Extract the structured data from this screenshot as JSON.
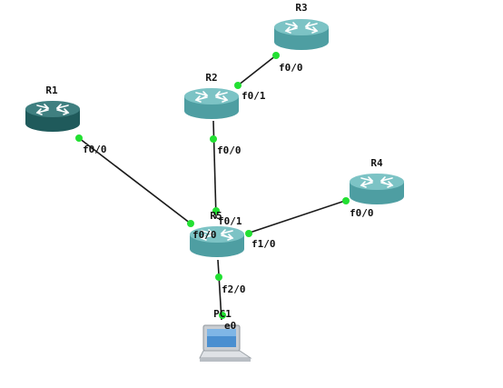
{
  "colors": {
    "router_body": "#4e9ea2",
    "router_top": "#7cc3c5",
    "router_dark_body": "#1f5a5b",
    "router_dark_top": "#3f7f80",
    "link": "#1a1a1a",
    "port_dot": "#22e032",
    "label": "#111111"
  },
  "nodes": {
    "r1": {
      "label": "R1",
      "icon": "router-icon",
      "selected": true
    },
    "r2": {
      "label": "R2",
      "icon": "router-icon"
    },
    "r3": {
      "label": "R3",
      "icon": "router-icon"
    },
    "r4": {
      "label": "R4",
      "icon": "router-icon"
    },
    "r5": {
      "label": "R5",
      "icon": "router-icon"
    },
    "pc1": {
      "label": "PC1",
      "icon": "laptop-icon"
    }
  },
  "links": {
    "r3_r2": {
      "a_port": "f0/0",
      "b_port": "f0/1"
    },
    "r2_r5": {
      "a_port": "f0/0",
      "b_port": "f0/1"
    },
    "r1_r5": {
      "a_port": "f0/0",
      "b_port": "f0/0"
    },
    "r4_r5": {
      "a_port": "f0/0",
      "b_port": "f1/0"
    },
    "r5_pc1": {
      "a_port": "f2/0",
      "b_port": "e0"
    }
  }
}
